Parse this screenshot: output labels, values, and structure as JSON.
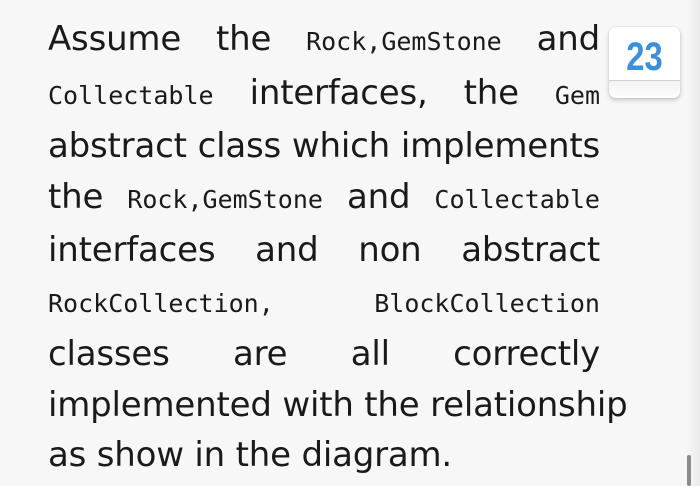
{
  "question": {
    "lines": [
      [
        "Assume the ",
        "Rock,GemStone",
        " and"
      ],
      [
        "Collectable",
        " interfaces, the ",
        "Gem"
      ],
      [
        "abstract class which implements"
      ],
      [
        "the ",
        "Rock,GemStone",
        " and ",
        "Collectable"
      ],
      [
        "interfaces and non abstract"
      ],
      [
        "RockCollection,",
        " ",
        "BlockCollection"
      ],
      [
        "classes are all correctly"
      ],
      [
        "implemented with the relationship"
      ],
      [
        "as show in the diagram."
      ]
    ]
  },
  "badge": {
    "number": "23"
  },
  "colors": {
    "badge_number": "#3d8fd8",
    "text": "#1a1a1a",
    "background": "#f7f7f7"
  }
}
